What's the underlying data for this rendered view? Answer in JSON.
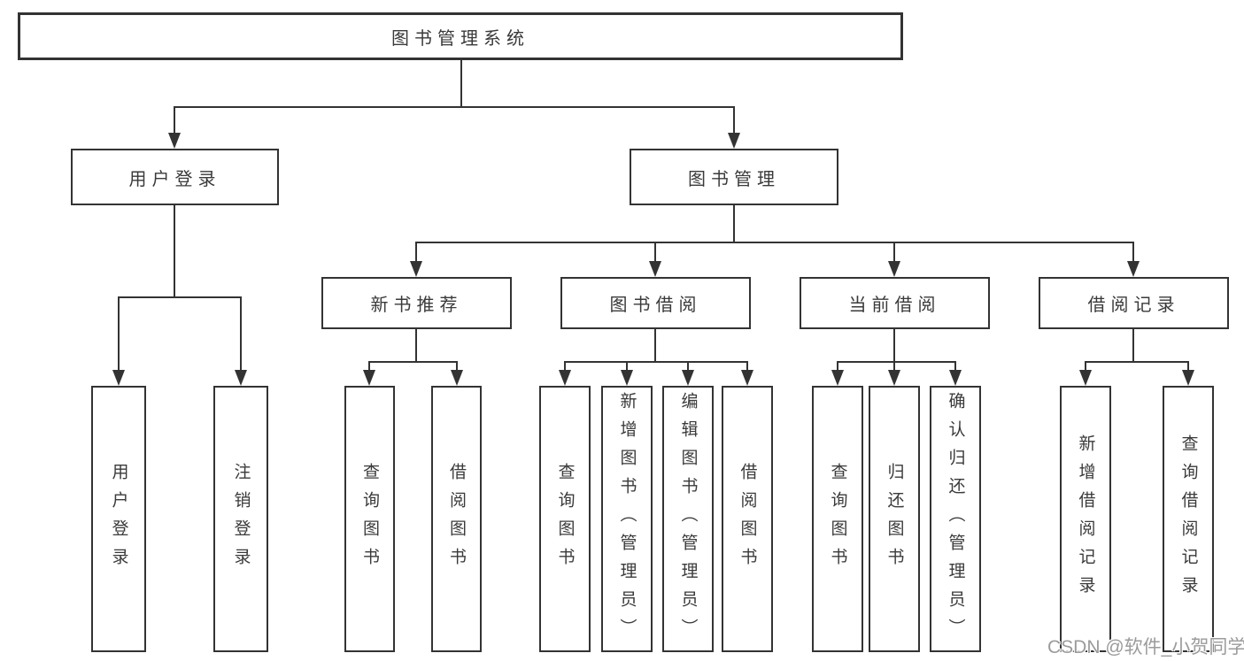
{
  "diagram": {
    "root": {
      "label": "图书管理系统"
    },
    "level2": [
      {
        "label": "用户登录"
      },
      {
        "label": "图书管理"
      }
    ],
    "level3": [
      {
        "label": "新书推荐"
      },
      {
        "label": "图书借阅"
      },
      {
        "label": "当前借阅"
      },
      {
        "label": "借阅记录"
      }
    ],
    "leaves": {
      "user_login": [
        "用户登录",
        "注销登录"
      ],
      "new_book_recommend": [
        "查询图书",
        "借阅图书"
      ],
      "book_borrow": [
        "查询图书",
        "新增图书（管理员）",
        "编辑图书（管理员）",
        "借阅图书"
      ],
      "current_borrow": [
        "查询图书",
        "归还图书",
        "确认归还（管理员）"
      ],
      "borrow_record": [
        "新增借阅记录",
        "查询借阅记录"
      ]
    }
  },
  "watermark": {
    "text": "CSDN @软件_小贺同学"
  },
  "colors": {
    "line": "#333333",
    "text": "#3a3a3a",
    "background": "#ffffff",
    "watermark": "#9b9b9b"
  }
}
